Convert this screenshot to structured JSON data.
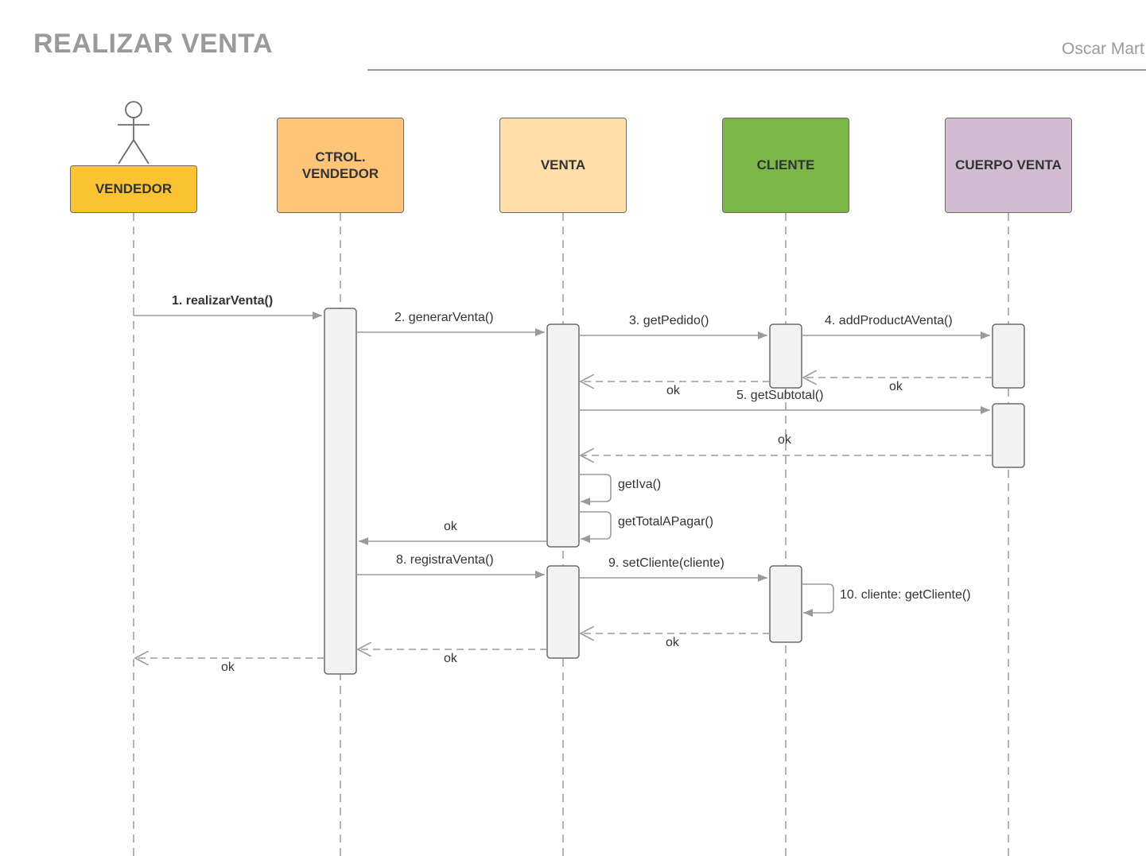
{
  "title": "REALIZAR VENTA",
  "author": "Oscar Mart",
  "colors": {
    "vendedor": "#fbc231",
    "ctrol_vendedor": "#fec578",
    "venta": "#ffdea9",
    "cliente": "#7ab648",
    "cuerpo_venta": "#d1bcd2",
    "activation": "#f2f2f2",
    "line": "#9a9a9a"
  },
  "participants": [
    {
      "id": "vendedor",
      "label": "VENDEDOR",
      "kind": "actor"
    },
    {
      "id": "ctrol_vendedor",
      "label": "CTROL.\nVENDEDOR",
      "kind": "object"
    },
    {
      "id": "venta",
      "label": "VENTA",
      "kind": "object"
    },
    {
      "id": "cliente",
      "label": "CLIENTE",
      "kind": "object"
    },
    {
      "id": "cuerpo_venta",
      "label": "CUERPO VENTA",
      "kind": "object"
    }
  ],
  "messages": [
    {
      "label": "1. realizarVenta()",
      "from": "vendedor",
      "to": "ctrol_vendedor",
      "type": "call"
    },
    {
      "label": "2.  generarVenta()",
      "from": "ctrol_vendedor",
      "to": "venta",
      "type": "call"
    },
    {
      "label": "3. getPedido()",
      "from": "venta",
      "to": "cliente",
      "type": "call"
    },
    {
      "label": "4. addProductAVenta()",
      "from": "cliente",
      "to": "cuerpo_venta",
      "type": "call"
    },
    {
      "label": "ok",
      "from": "cuerpo_venta",
      "to": "cliente",
      "type": "return"
    },
    {
      "label": "ok",
      "from": "cliente",
      "to": "venta",
      "type": "return"
    },
    {
      "label": "5. getSubtotal()",
      "from": "venta",
      "to": "cuerpo_venta",
      "type": "call"
    },
    {
      "label": "ok",
      "from": "cuerpo_venta",
      "to": "venta",
      "type": "return"
    },
    {
      "label": "getIva()",
      "from": "venta",
      "to": "venta",
      "type": "self"
    },
    {
      "label": "getTotalAPagar()",
      "from": "venta",
      "to": "venta",
      "type": "self"
    },
    {
      "label": "ok",
      "from": "venta",
      "to": "ctrol_vendedor",
      "type": "reply"
    },
    {
      "label": "8. registraVenta()",
      "from": "ctrol_vendedor",
      "to": "venta",
      "type": "call"
    },
    {
      "label": "9. setCliente(cliente)",
      "from": "venta",
      "to": "cliente",
      "type": "call"
    },
    {
      "label": "10. cliente: getCliente()",
      "from": "cliente",
      "to": "cliente",
      "type": "self"
    },
    {
      "label": "ok",
      "from": "cliente",
      "to": "venta",
      "type": "return"
    },
    {
      "label": "ok",
      "from": "venta",
      "to": "ctrol_vendedor",
      "type": "return"
    },
    {
      "label": "ok",
      "from": "ctrol_vendedor",
      "to": "vendedor",
      "type": "return"
    }
  ]
}
